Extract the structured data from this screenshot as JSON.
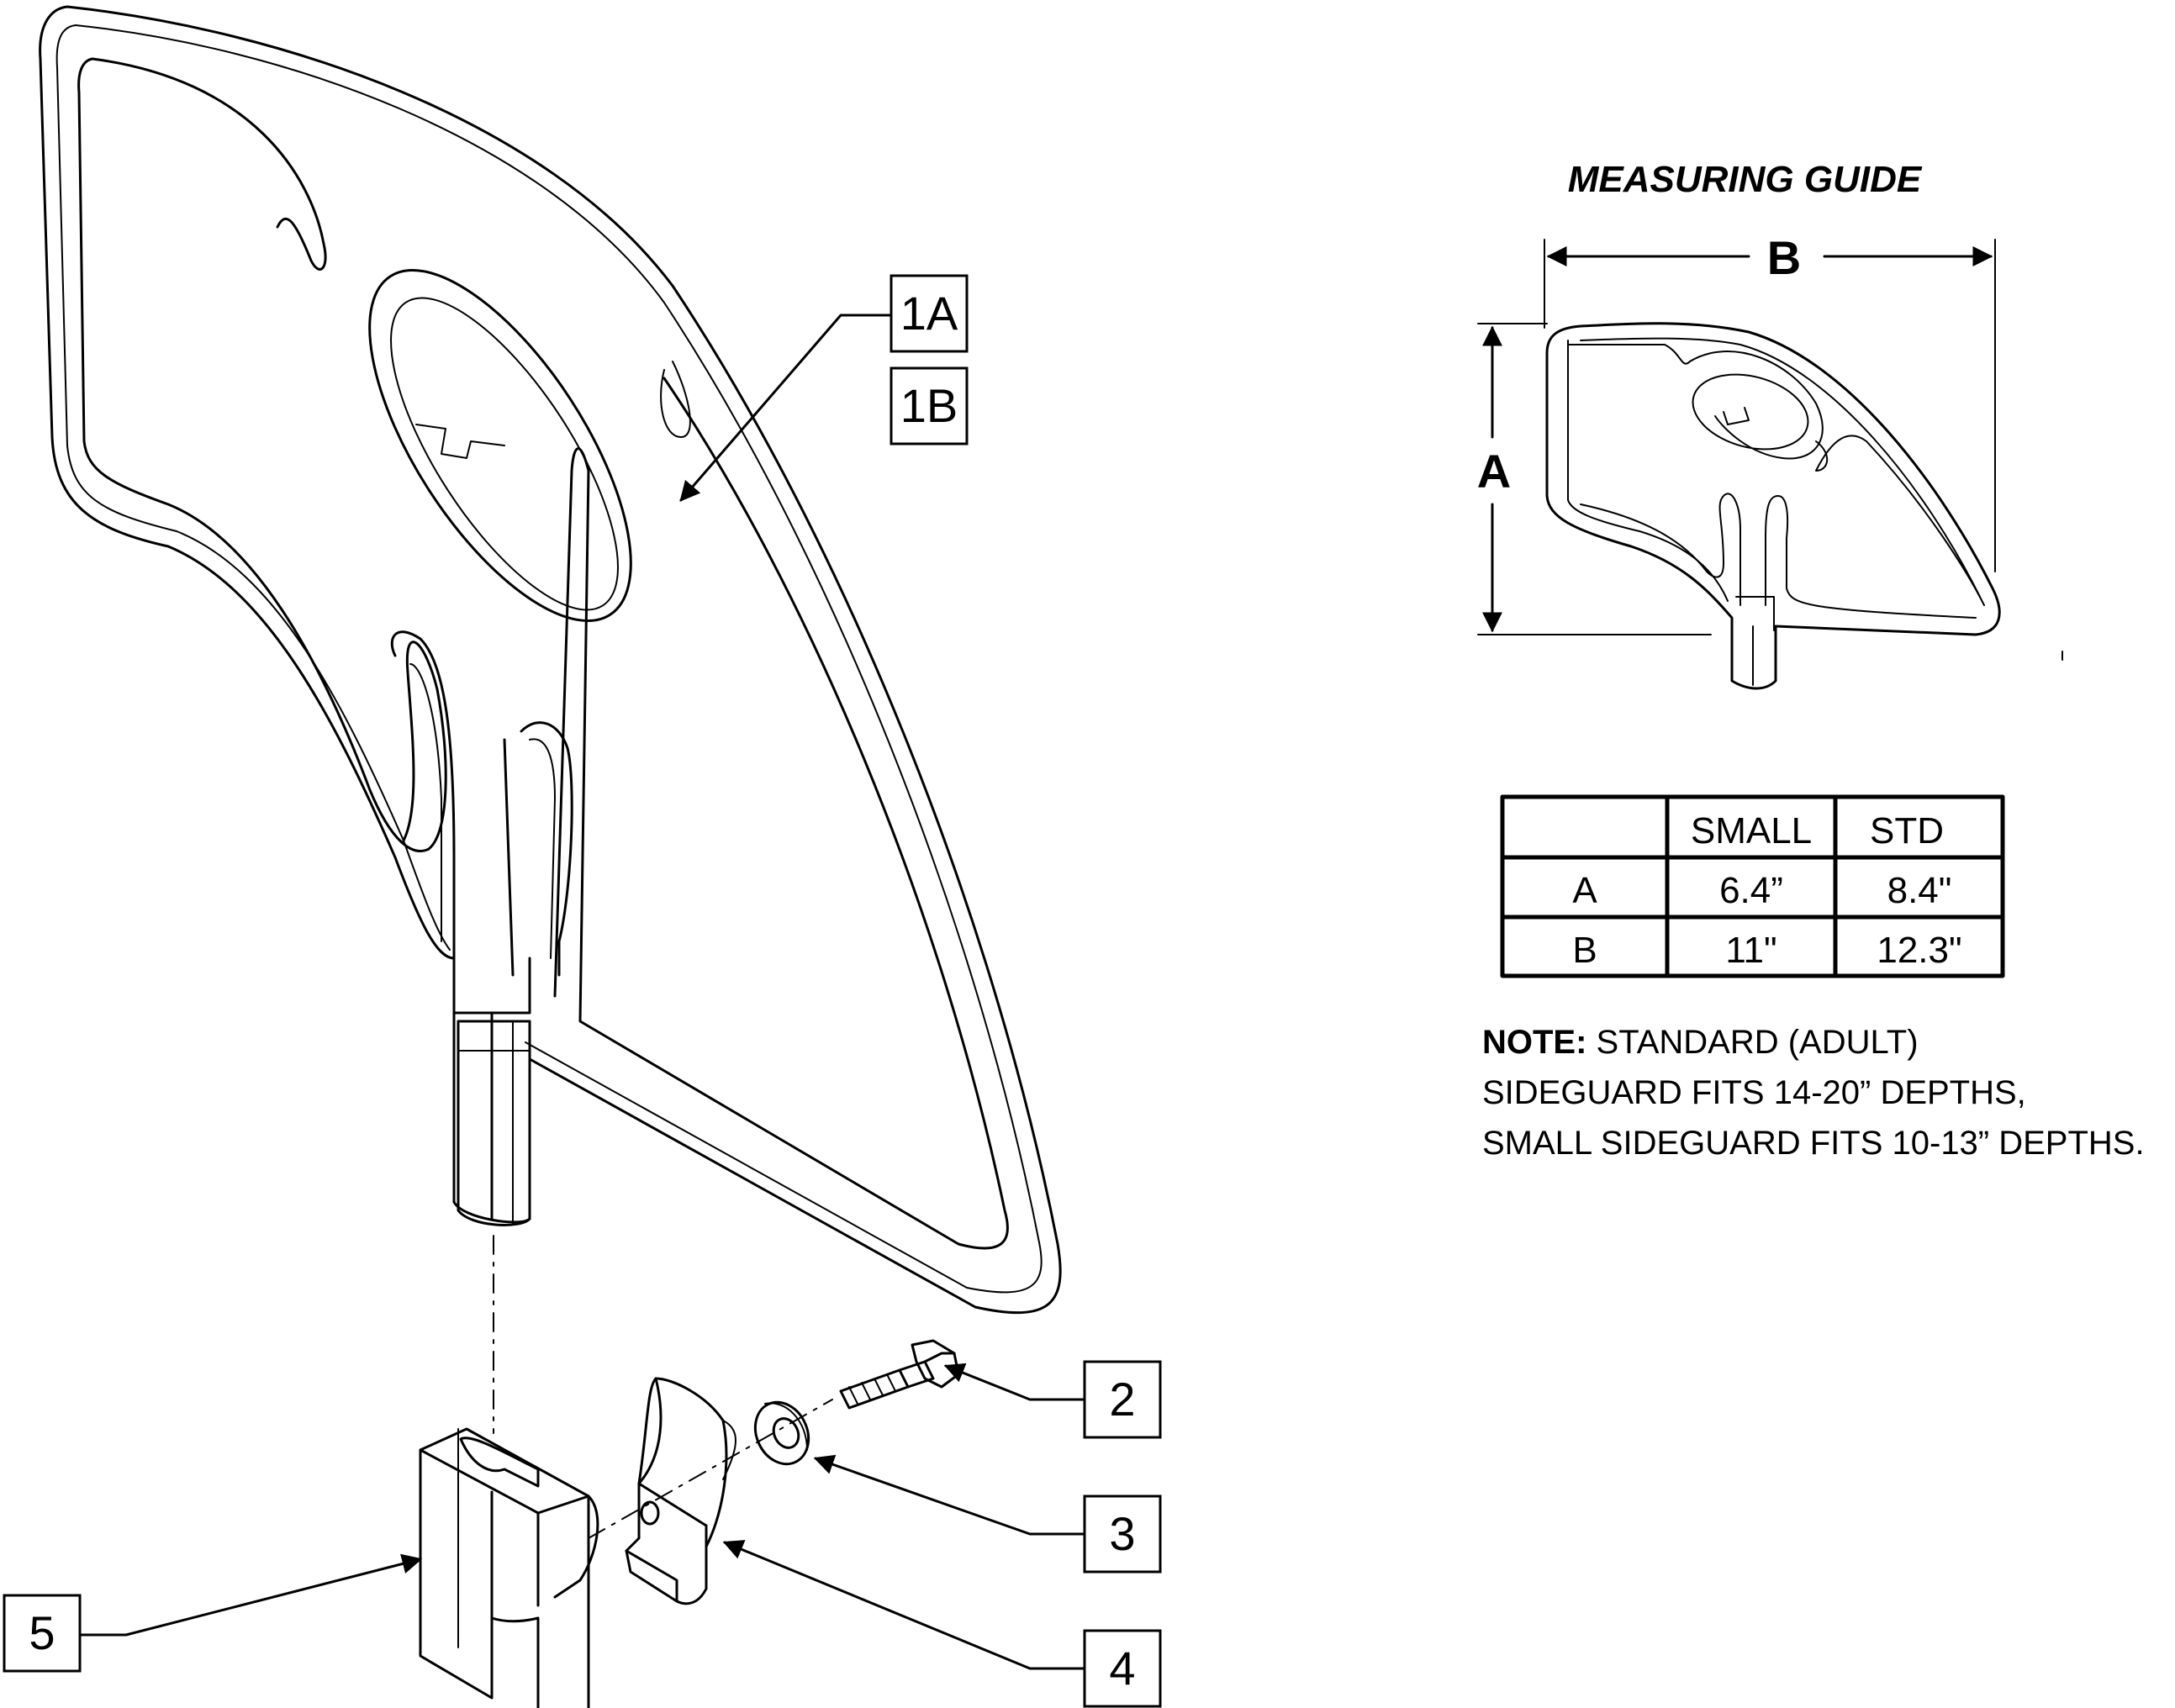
{
  "callouts": {
    "c1a": "1A",
    "c1b": "1B",
    "c2": "2",
    "c3": "3",
    "c4": "4",
    "c5": "5"
  },
  "measuring_guide": {
    "title": "MEASURING GUIDE",
    "dim_a": "A",
    "dim_b": "B"
  },
  "table": {
    "headers": [
      "",
      "SMALL",
      "STD"
    ],
    "rows": [
      [
        "A",
        "6.4”",
        "8.4\""
      ],
      [
        "B",
        "11\"",
        "12.3\""
      ]
    ]
  },
  "note": {
    "label": "NOTE:",
    "line1": " STANDARD (ADULT)",
    "line2": "SIDEGUARD FITS 14-20” DEPTHS,",
    "line3": "SMALL SIDEGUARD FITS 10-13” DEPTHS."
  }
}
